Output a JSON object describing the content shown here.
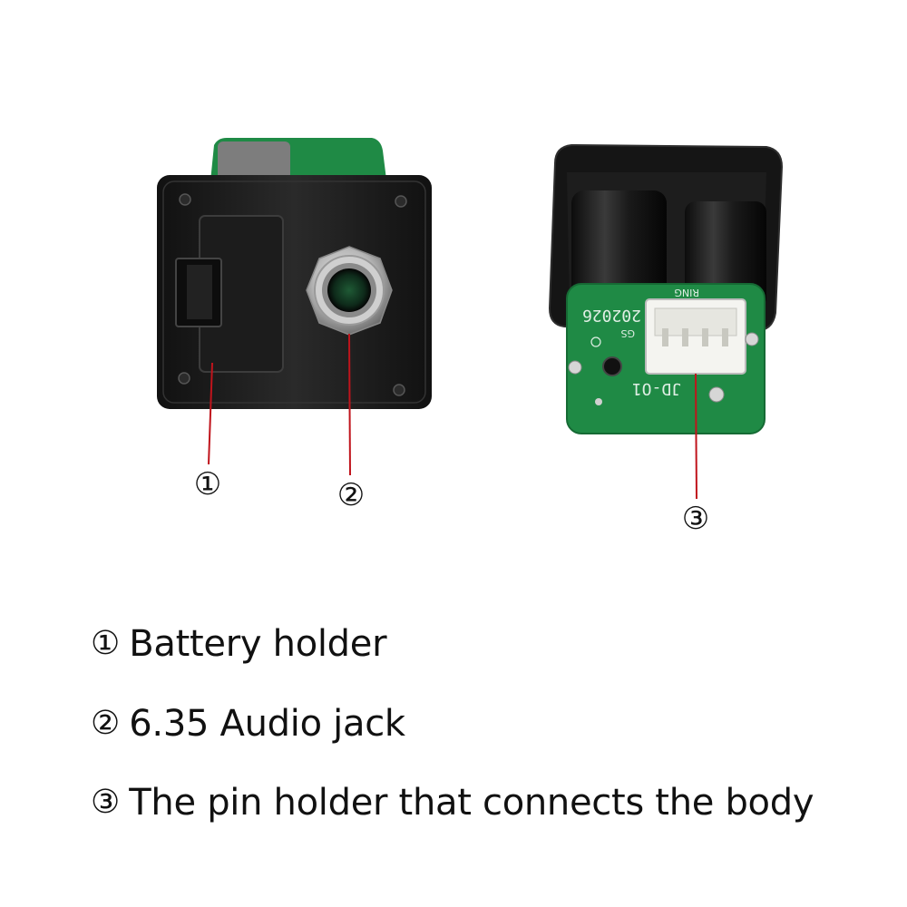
{
  "markers": [
    {
      "id": "1",
      "symbol": "①"
    },
    {
      "id": "2",
      "symbol": "②"
    },
    {
      "id": "3",
      "symbol": "③"
    }
  ],
  "pcb_text": {
    "top": "RING",
    "side": "202026",
    "small": "GS",
    "model": "JD-O1"
  },
  "legend": [
    {
      "symbol": "①",
      "text": "Battery holder"
    },
    {
      "symbol": "②",
      "text": "6.35 Audio jack"
    },
    {
      "symbol": "③",
      "text": "The pin holder that connects the body"
    }
  ],
  "colors": {
    "leader_line": "#c0141c",
    "housing": "#1a1a1a",
    "pcb": "#1f8a45"
  }
}
